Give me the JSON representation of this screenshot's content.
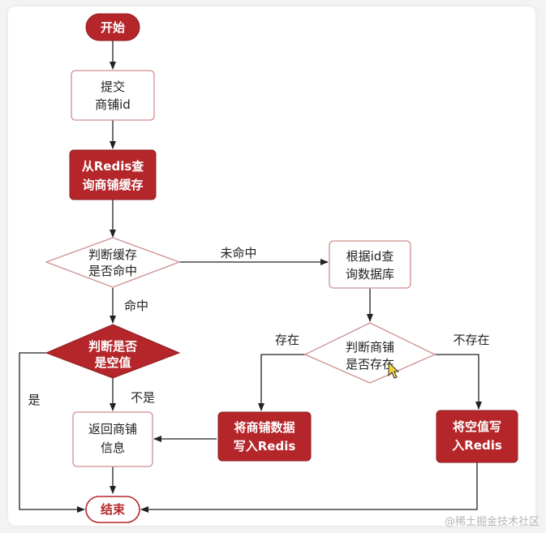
{
  "nodes": {
    "start": "开始",
    "submit": [
      "提交",
      "商铺id"
    ],
    "query_redis": [
      "从Redis查",
      "询商铺缓存"
    ],
    "check_cache": [
      "判断缓存",
      "是否命中"
    ],
    "query_db": [
      "根据id查",
      "询数据库"
    ],
    "check_null": [
      "判断是否",
      "是空值"
    ],
    "check_exist": [
      "判断商铺",
      "是否存在"
    ],
    "return_shop": [
      "返回商铺",
      "信息"
    ],
    "write_redis": [
      "将商铺数据",
      "写入Redis"
    ],
    "write_null": [
      "将空值写",
      "入Redis"
    ],
    "end": "结束"
  },
  "edges": {
    "miss": "未命中",
    "hit": "命中",
    "is_null_yes": "是",
    "not_null": "不是",
    "exists": "存在",
    "not_exists": "不存在"
  },
  "watermark": "@稀土掘金技术社区",
  "colors": {
    "red": "#b5262b",
    "node_border": "#cf8f8f",
    "line": "#222222"
  }
}
